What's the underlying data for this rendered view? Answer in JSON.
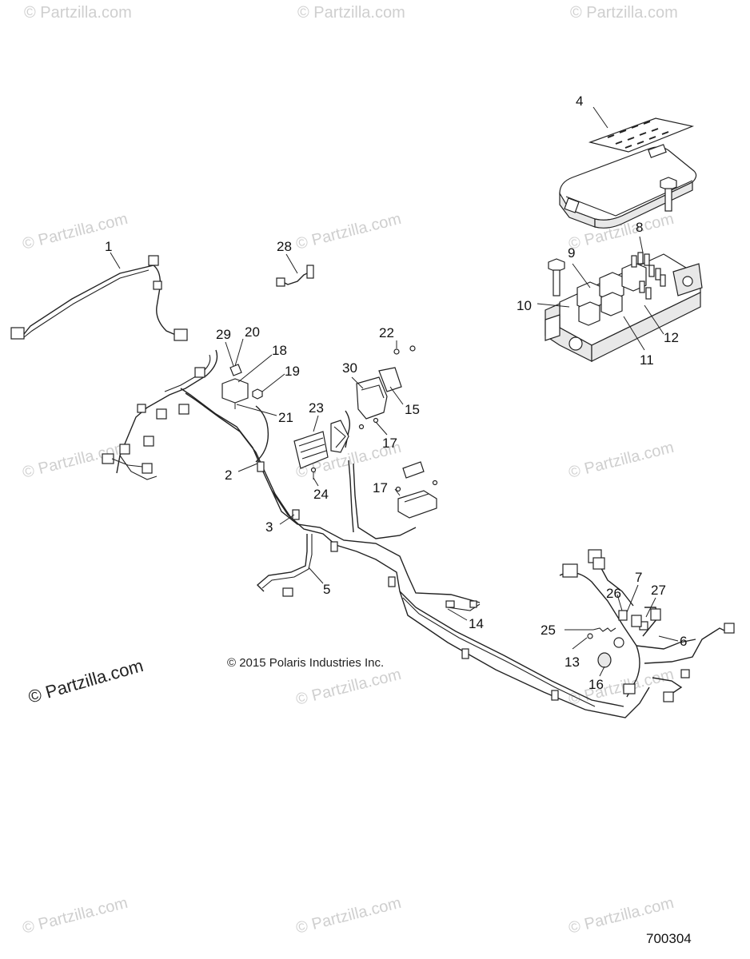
{
  "watermark": {
    "text": "© Partzilla.com",
    "large_text": "© Partzilla.com"
  },
  "copyright": "© 2015 Polaris Industries Inc.",
  "diagram_code": "700304",
  "callouts": [
    "1",
    "2",
    "3",
    "4",
    "5",
    "6",
    "7",
    "8",
    "9",
    "10",
    "11",
    "12",
    "13",
    "14",
    "15",
    "16",
    "17",
    "17",
    "18",
    "19",
    "20",
    "21",
    "22",
    "23",
    "24",
    "25",
    "26",
    "27",
    "28",
    "29",
    "30"
  ]
}
